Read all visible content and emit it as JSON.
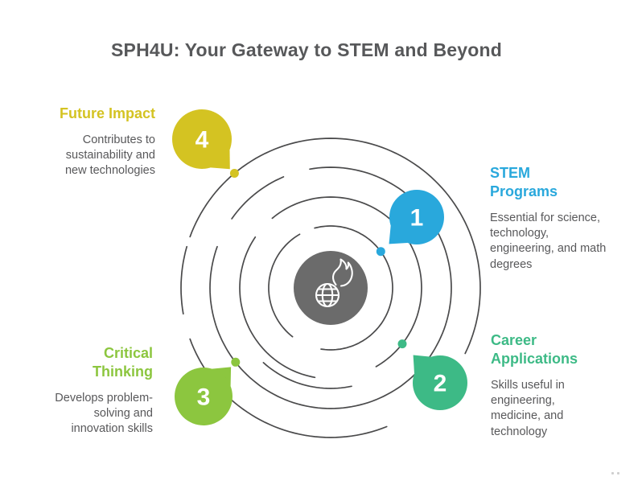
{
  "title": "SPH4U: Your Gateway to STEM and Beyond",
  "center": {
    "icon": "globe-flame-icon"
  },
  "items": [
    {
      "number": "1",
      "heading": "STEM Programs",
      "description": "Essential for science, technology, engineering, and math degrees",
      "color": "#29a8dc"
    },
    {
      "number": "2",
      "heading": "Career Applications",
      "description": "Skills useful in engineering, medicine, and technology",
      "color": "#3dba86"
    },
    {
      "number": "3",
      "heading": "Critical Thinking",
      "description": "Develops problem-solving and innovation skills",
      "color": "#8cc63f"
    },
    {
      "number": "4",
      "heading": "Future Impact",
      "description": "Contributes to sustainability and new technologies",
      "color": "#d4c322"
    }
  ],
  "colors": {
    "title_text": "#57585a",
    "body_text": "#58585a",
    "spiral_line": "#4a4a4b",
    "center_circle": "#6b6b6b"
  }
}
